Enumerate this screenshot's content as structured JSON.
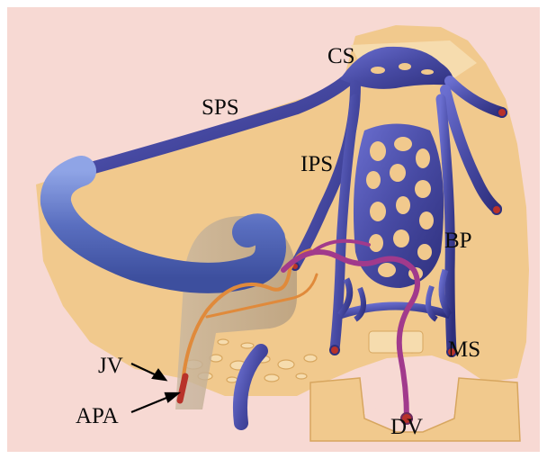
{
  "colors": {
    "background": "#f7d9d3",
    "bone": "#f1c98d",
    "bone_light": "#f6dcae",
    "vein": "#474aa3",
    "vein_dark": "#2e2f7c",
    "jugular": "#5a6fc0",
    "artery_orange": "#e08a3b",
    "artery_red": "#b8322a",
    "artery_purple": "#a13a8c"
  },
  "labels": {
    "cs": "CS",
    "sps": "SPS",
    "ips": "IPS",
    "bp": "BP",
    "ms": "MS",
    "jv": "JV",
    "apa": "APA",
    "dv": "DV"
  }
}
